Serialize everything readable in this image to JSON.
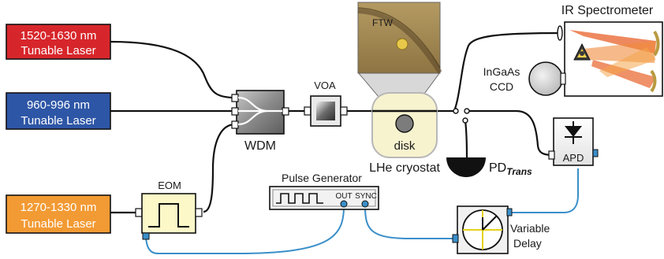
{
  "lasers": {
    "red": {
      "line1": "1520-1630 nm",
      "line2": "Tunable Laser",
      "color": "#d7262b"
    },
    "blue": {
      "line1": "960-996 nm",
      "line2": "Tunable Laser",
      "color": "#2e56a6"
    },
    "orange": {
      "line1": "1270-1330 nm",
      "line2": "Tunable Laser",
      "color": "#f29a33"
    }
  },
  "components": {
    "wdm": "WDM",
    "voa": "VOA",
    "eom": "EOM",
    "pulse_generator": "Pulse Generator",
    "out": "OUT",
    "sync": "SYNC",
    "ftw": "FTW",
    "disk": "disk",
    "cryostat": "LHe cryostat",
    "ir_spectrometer": "IR Spectrometer",
    "ingaas_line1": "InGaAs",
    "ingaas_line2": "CCD",
    "pd_main": "PD",
    "pd_sub": "Trans",
    "apd": "APD",
    "variable_line1": "Variable",
    "variable_line2": "Delay"
  },
  "colors": {
    "fiber": "#111111",
    "cable": "#3a8fc9",
    "eom_fill": "#fdf8c8",
    "cryostat_fill": "#f7f3cf",
    "beam": "#e8622a",
    "component_gray": "#8c8c8c"
  }
}
